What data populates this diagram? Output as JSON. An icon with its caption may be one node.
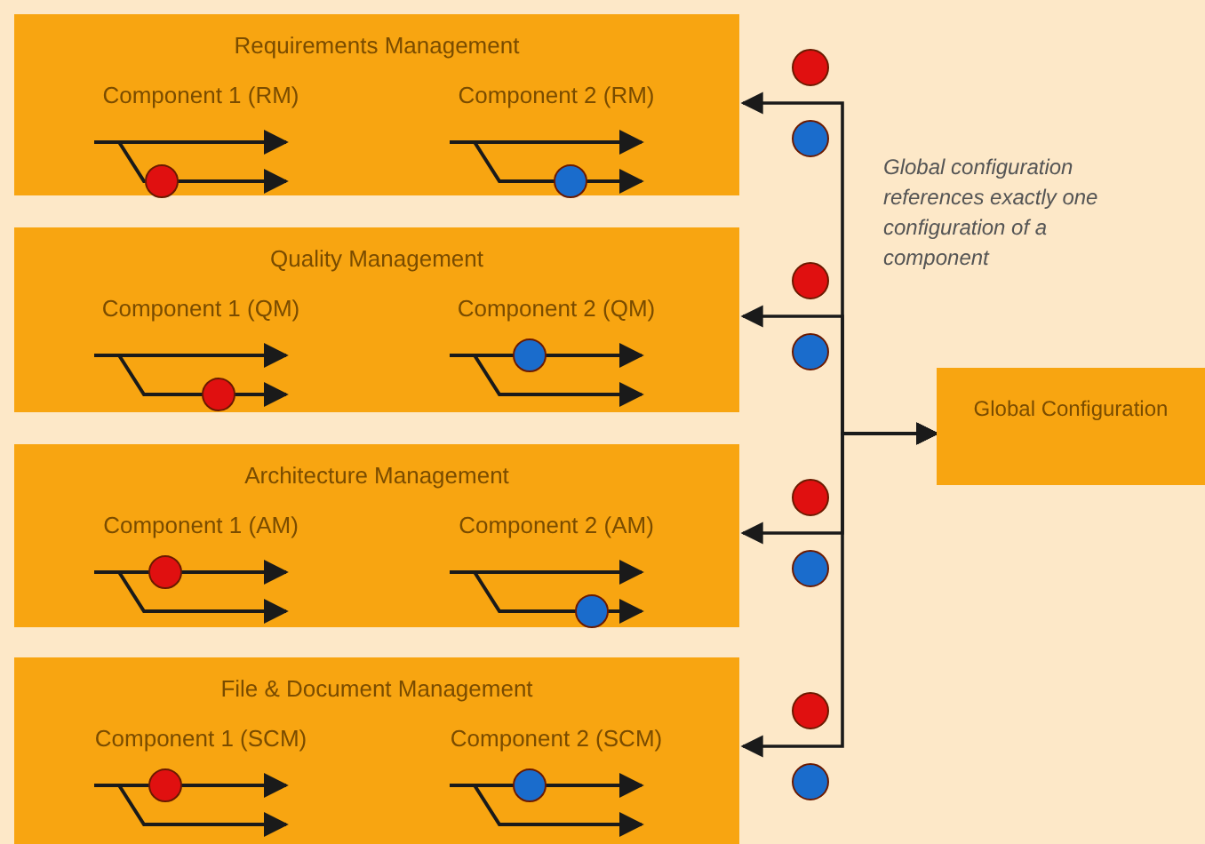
{
  "diagram": {
    "nodes": [
      {
        "text": [
          "Requirements Management"
        ]
      },
      {
        "text": [
          "Component 1 (RM)"
        ],
        "in": 0
      },
      {
        "text": [
          "Component 2 (RM)"
        ],
        "in": 0
      },
      {
        "text": [
          "Quality Management"
        ]
      },
      {
        "text": [
          "Component 1 (QM)"
        ],
        "in": 3
      },
      {
        "text": [
          "Component 2 (QM)"
        ],
        "in": 3
      },
      {
        "text": [
          "Architecture Management"
        ]
      },
      {
        "text": [
          "Component 1 (AM)"
        ],
        "in": 6
      },
      {
        "text": [
          "Component 2 (AM)"
        ],
        "in": 6
      },
      {
        "text": [
          "File & Document Management"
        ]
      },
      {
        "text": [
          "Component 1 (SCM)"
        ],
        "in": 9
      },
      {
        "text": [
          "Component 2 (SCM)"
        ],
        "in": 9
      },
      {
        "text": [
          "Global Configuration"
        ]
      }
    ],
    "edges": [
      {
        "from": 12,
        "to": 0,
        "arrow": "both"
      },
      {
        "from": 12,
        "to": 3,
        "arrow": "both"
      },
      {
        "from": 12,
        "to": 6,
        "arrow": "both"
      },
      {
        "from": 12,
        "to": 9,
        "arrow": "both"
      }
    ],
    "labels": [
      "Global configuration references exactly one configuration of a component"
    ]
  }
}
